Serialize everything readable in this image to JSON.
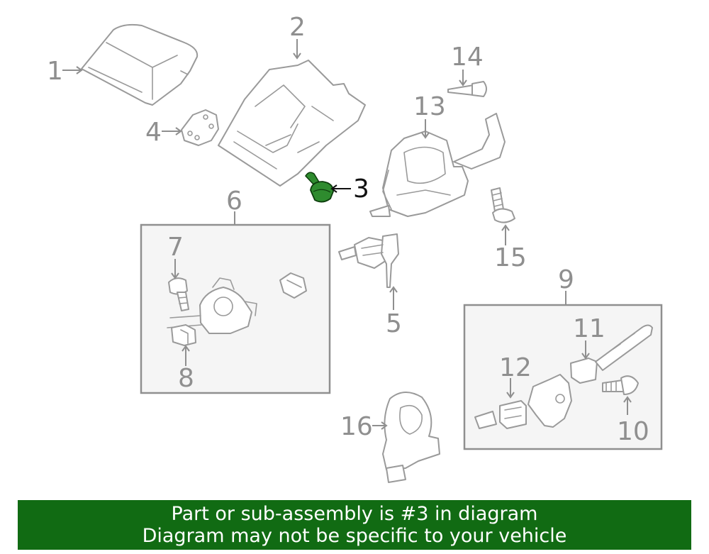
{
  "callouts": {
    "c1": "1",
    "c2": "2",
    "c3": "3",
    "c4": "4",
    "c5": "5",
    "c6": "6",
    "c7": "7",
    "c8": "8",
    "c9": "9",
    "c10": "10",
    "c11": "11",
    "c12": "12",
    "c13": "13",
    "c14": "14",
    "c15": "15",
    "c16": "16"
  },
  "highlighted_part": "3",
  "colors": {
    "highlight_part": "#2e8b2e",
    "banner_bg": "#116b13",
    "banner_text": "#ffffff",
    "line_art": "#9a9a9a",
    "box_fill": "#f5f5f5"
  },
  "banner": {
    "line1": "Part or sub-assembly is #3 in diagram",
    "line2": "Diagram may not be specific to your vehicle"
  }
}
